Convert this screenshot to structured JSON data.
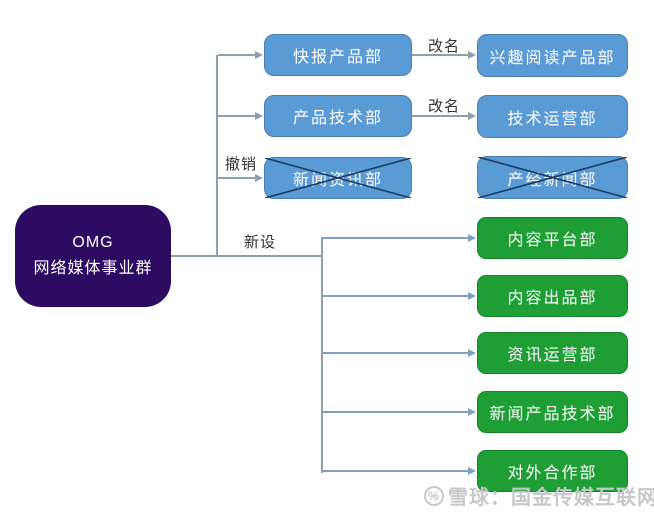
{
  "root": {
    "line1": "OMG",
    "line2": "网络媒体事业群"
  },
  "renamed": [
    {
      "old": "快报产品部",
      "action": "改名",
      "new": "兴趣阅读产品部"
    },
    {
      "old": "产品技术部",
      "action": "改名",
      "new": "技术运营部"
    }
  ],
  "dissolved": {
    "action": "撤销",
    "boxes": [
      "新闻资讯部",
      "产经新闻部"
    ]
  },
  "added": {
    "action": "新设",
    "boxes": [
      "内容平台部",
      "内容出品部",
      "资讯运营部",
      "新闻产品技术部",
      "对外合作部"
    ]
  },
  "watermark": {
    "icon": "xueqiu-logo",
    "text": "雪球：国金传媒互联网"
  },
  "colors": {
    "root_fill": "#2d0b63",
    "renamed_fill": "#5b9bd5",
    "added_fill": "#1f9e35",
    "connector": "#8f9fae",
    "added_connector": "#7ea2c0",
    "cross_mark": "#1e3c61",
    "watermark_text": "#c6c8ca"
  }
}
